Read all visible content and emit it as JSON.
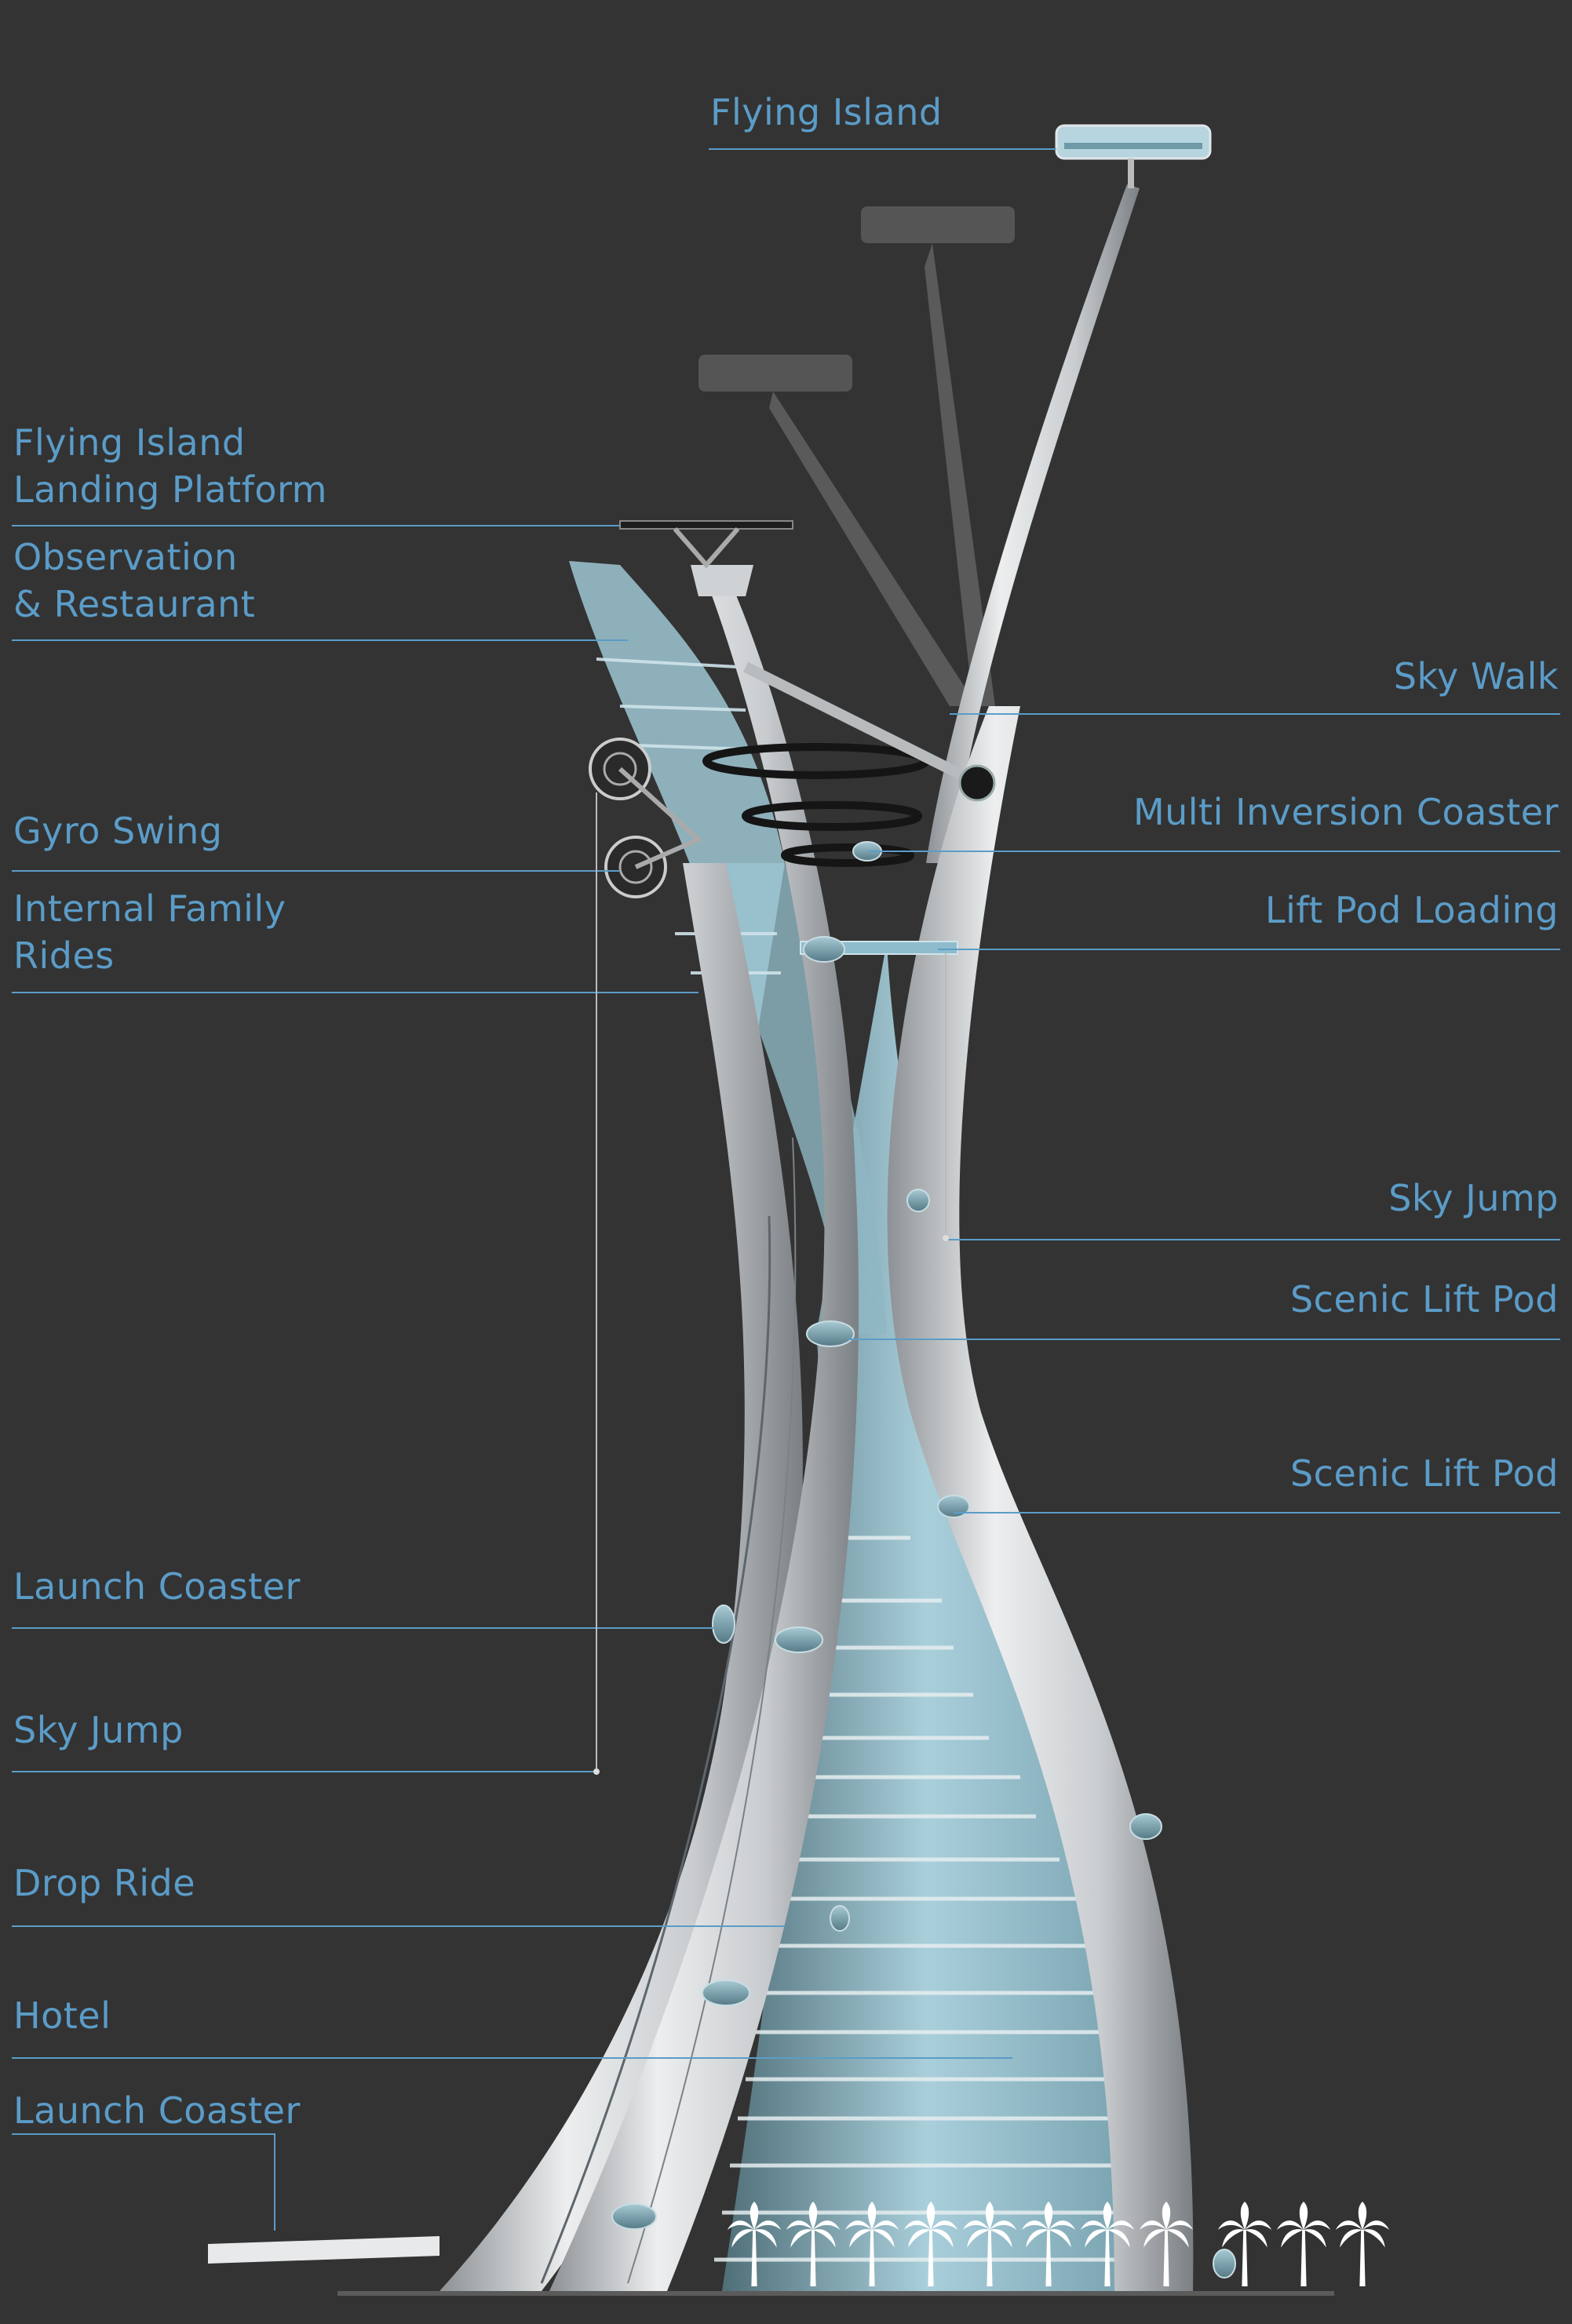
{
  "colors": {
    "background": "#333333",
    "label": "#5b9cc8",
    "leader": "#5b9cc8",
    "structure": "#d4d6d8",
    "glass": "#8fbccc",
    "ghost_platform": "#555555"
  },
  "labels": {
    "flying_island": [
      "Flying Island"
    ],
    "landing_platform": [
      "Flying Island",
      "Landing Platform"
    ],
    "observation": [
      "Observation",
      "& Restaurant"
    ],
    "sky_walk": [
      "Sky Walk"
    ],
    "multi_inversion": [
      "Multi Inversion Coaster"
    ],
    "gyro_swing": [
      "Gyro Swing"
    ],
    "lift_pod_loading": [
      "Lift Pod Loading"
    ],
    "family_rides": [
      "Internal Family",
      "Rides"
    ],
    "sky_jump_right": [
      "Sky Jump"
    ],
    "scenic_lift_pod_1": [
      "Scenic Lift Pod"
    ],
    "scenic_lift_pod_2": [
      "Scenic Lift Pod"
    ],
    "launch_coaster_1": [
      "Launch Coaster"
    ],
    "sky_jump_left": [
      "Sky Jump"
    ],
    "drop_ride": [
      "Drop Ride"
    ],
    "hotel": [
      "Hotel"
    ],
    "launch_coaster_2": [
      "Launch Coaster"
    ]
  },
  "icons": {
    "palm": "palm-tree-icon",
    "pod": "lift-pod-icon",
    "gyro": "gyro-swing-icon"
  }
}
